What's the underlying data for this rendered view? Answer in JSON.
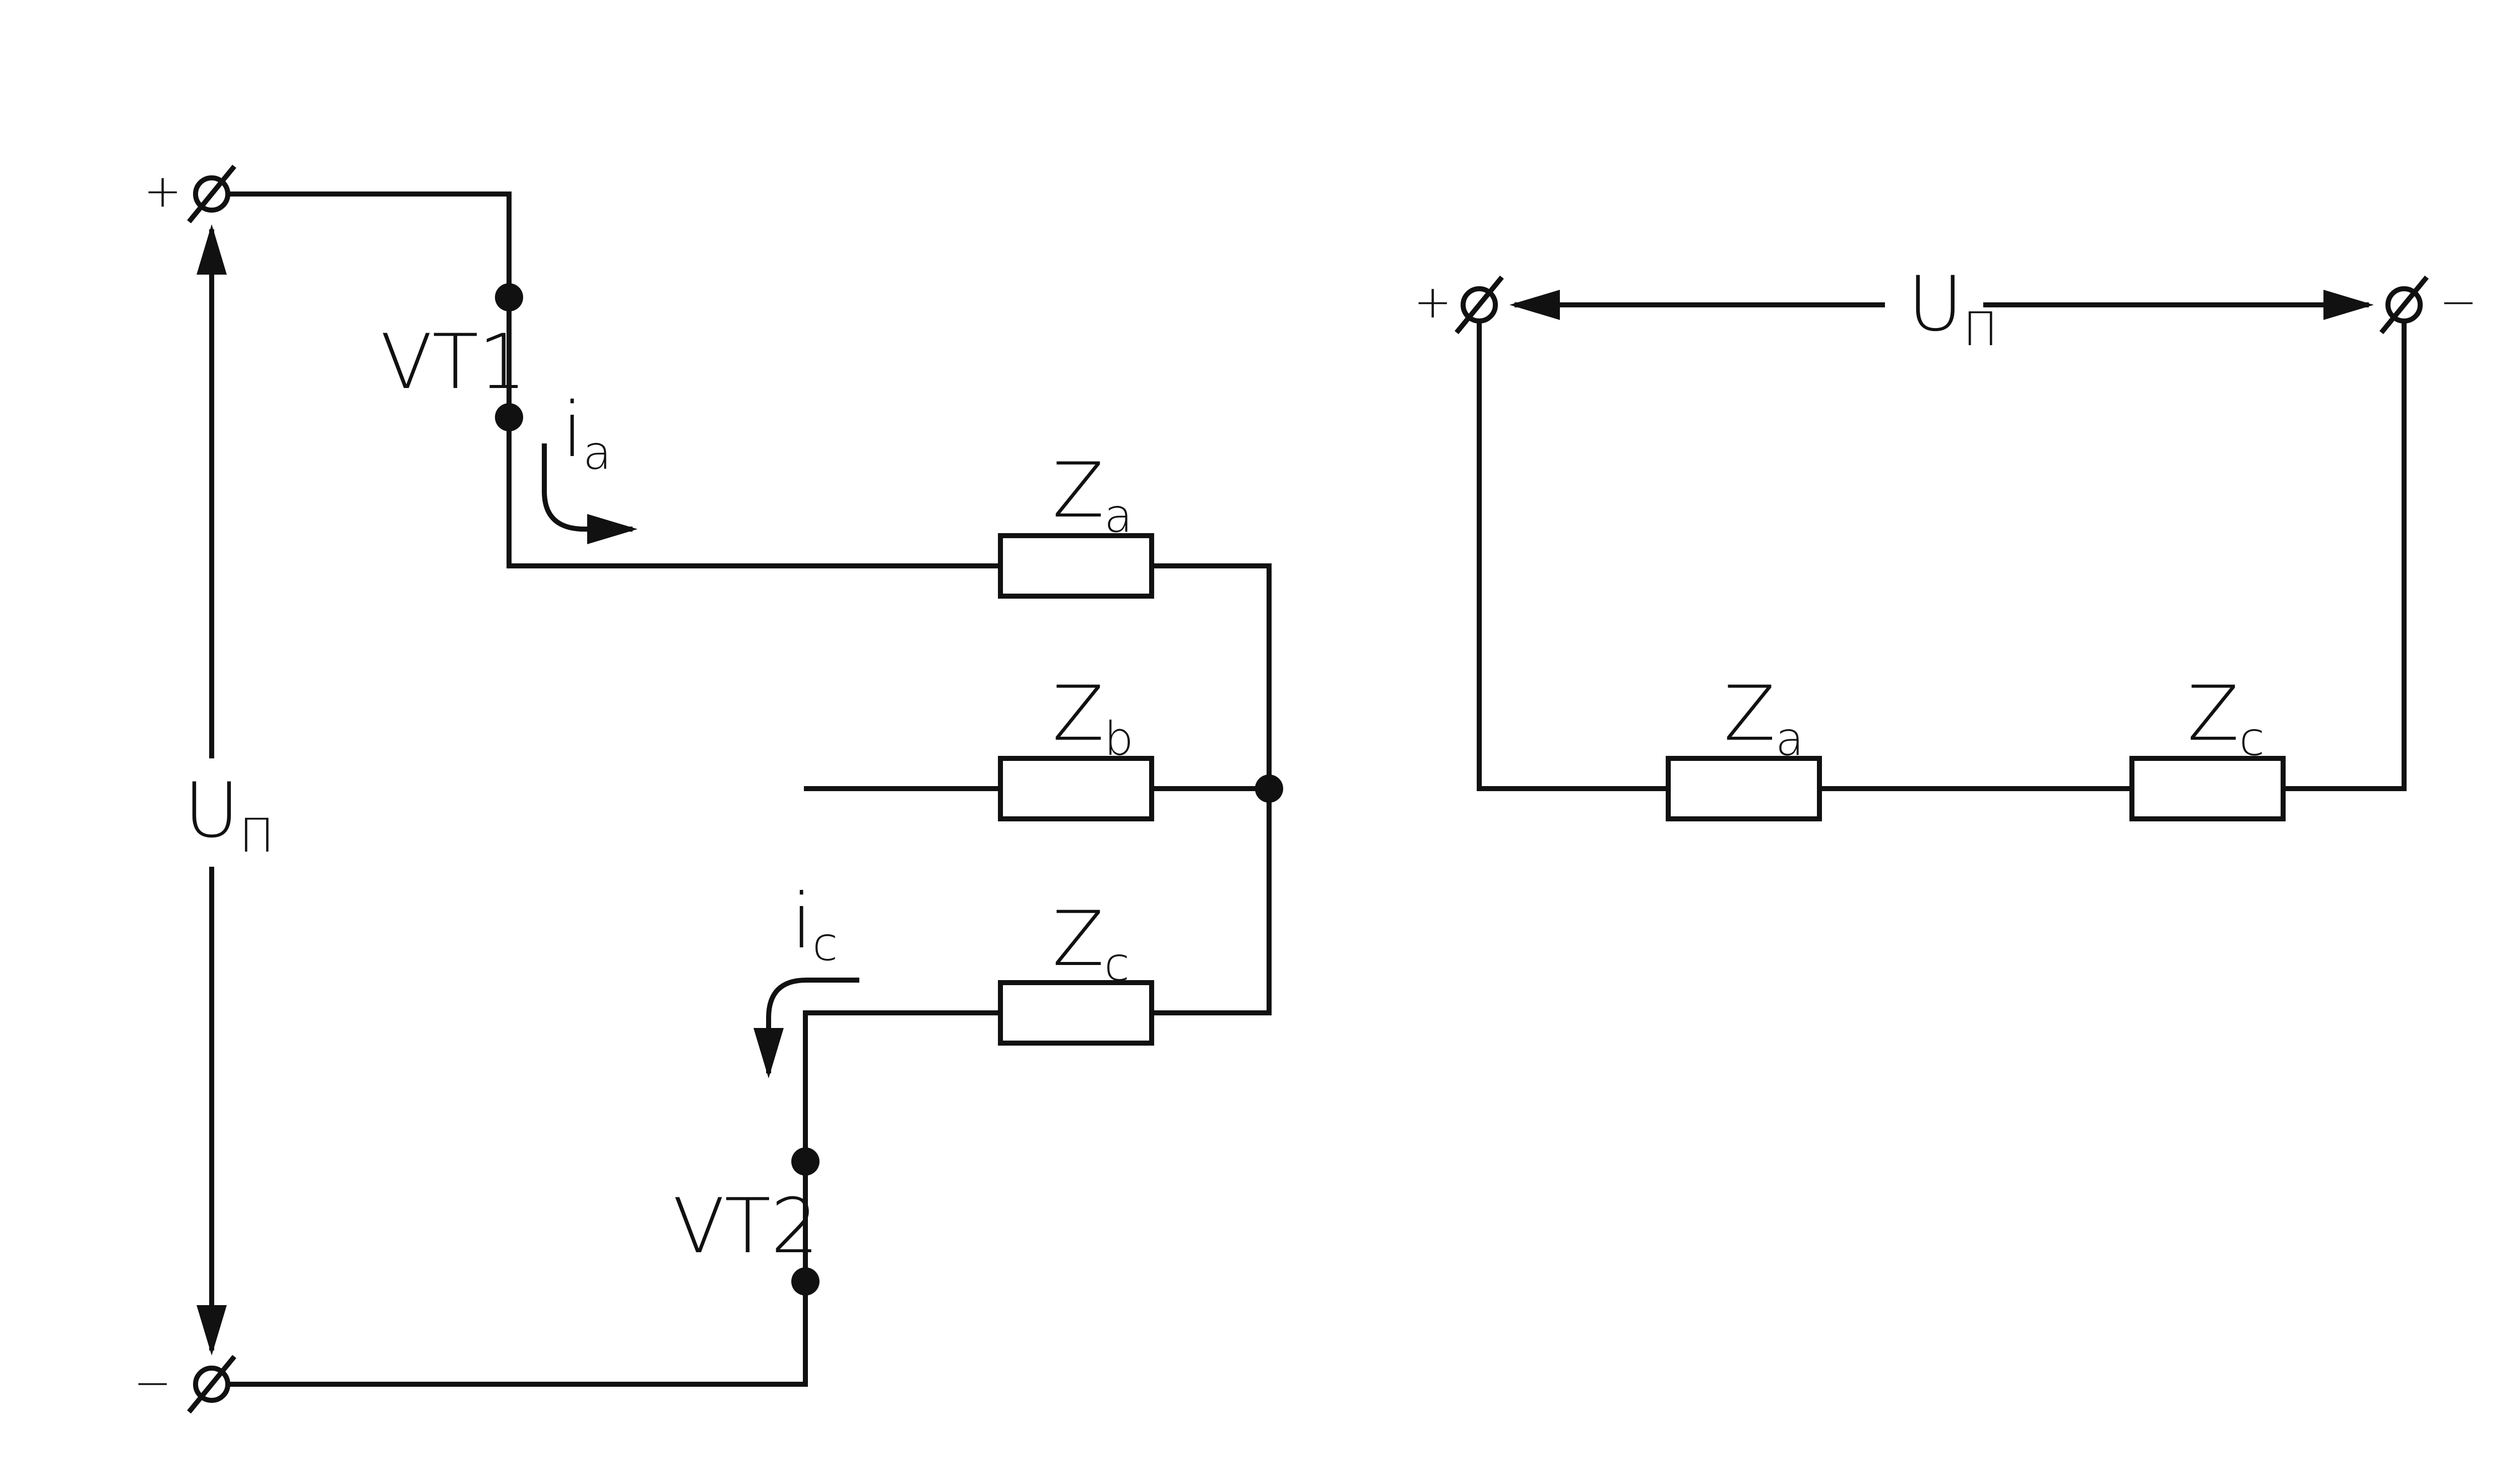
{
  "left_circuit": {
    "terminal_plus": "+",
    "terminal_minus": "−",
    "voltage_main": "U",
    "voltage_sub": "П",
    "transistor_1": "VT1",
    "transistor_2": "VT2",
    "current_a_main": "i",
    "current_a_sub": "a",
    "current_c_main": "i",
    "current_c_sub": "c",
    "za_main": "Z",
    "za_sub": "a",
    "zb_main": "Z",
    "zb_sub": "b",
    "zc_main": "Z",
    "zc_sub": "c"
  },
  "right_circuit": {
    "terminal_plus": "+",
    "terminal_minus": "−",
    "voltage_main": "U",
    "voltage_sub": "П",
    "za_main": "Z",
    "za_sub": "a",
    "zc_main": "Z",
    "zc_sub": "c"
  },
  "colors": {
    "stroke": "#111111",
    "background": "#ffffff"
  }
}
